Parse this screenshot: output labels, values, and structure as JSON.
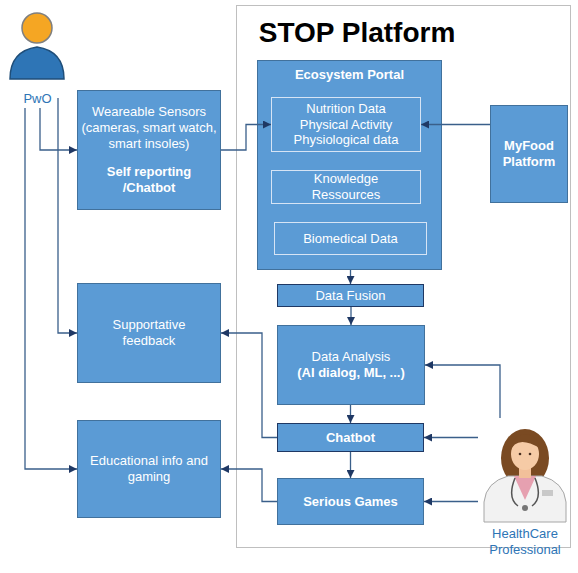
{
  "diagram": {
    "nodes": [
      {
        "text": [
          "PwO"
        ]
      },
      {
        "text": [
          "STOP Platform"
        ]
      },
      {
        "text": [
          "Ecosystem Portal"
        ],
        "in": 1
      },
      {
        "text": [
          "Nutrition Data Physical Activity Physiological data"
        ],
        "in": 2
      },
      {
        "text": [
          "Knowledge Ressources"
        ],
        "in": 2
      },
      {
        "text": [
          "Biomedical Data"
        ],
        "in": 2
      },
      {
        "text": [
          "Weareable Sensors (cameras, smart watch, smart insoles)",
          "Self reporting /Chatbot"
        ]
      },
      {
        "text": [
          "MyFood Platform"
        ]
      },
      {
        "text": [
          "Data Fusion"
        ],
        "in": 1
      },
      {
        "text": [
          "Supportative feedback"
        ]
      },
      {
        "text": [
          "Data Analysis",
          "(AI dialog, ML, ...)"
        ],
        "in": 1
      },
      {
        "text": [
          "Chatbot"
        ],
        "in": 1
      },
      {
        "text": [
          "Educational info and gaming"
        ]
      },
      {
        "text": [
          "Serious Games"
        ],
        "in": 1
      },
      {
        "text": [
          "HealthCare Professional"
        ]
      }
    ],
    "edges": [
      {
        "from": 0,
        "to": 6,
        "arrow": "to"
      },
      {
        "from": 0,
        "to": 9,
        "arrow": "to"
      },
      {
        "from": 0,
        "to": 12,
        "arrow": "to"
      },
      {
        "from": 6,
        "to": 3,
        "arrow": "to"
      },
      {
        "from": 7,
        "to": 3,
        "arrow": "to"
      },
      {
        "from": 2,
        "to": 8,
        "arrow": "to"
      },
      {
        "from": 8,
        "to": 10,
        "arrow": "to"
      },
      {
        "from": 10,
        "to": 11,
        "arrow": "to"
      },
      {
        "from": 11,
        "to": 13,
        "arrow": "to"
      },
      {
        "from": 11,
        "to": 9,
        "arrow": "to"
      },
      {
        "from": 13,
        "to": 12,
        "arrow": "to"
      },
      {
        "from": 14,
        "to": 10,
        "arrow": "to"
      },
      {
        "from": 14,
        "to": 11,
        "arrow": "to"
      },
      {
        "from": 14,
        "to": 13,
        "arrow": "to"
      }
    ]
  }
}
